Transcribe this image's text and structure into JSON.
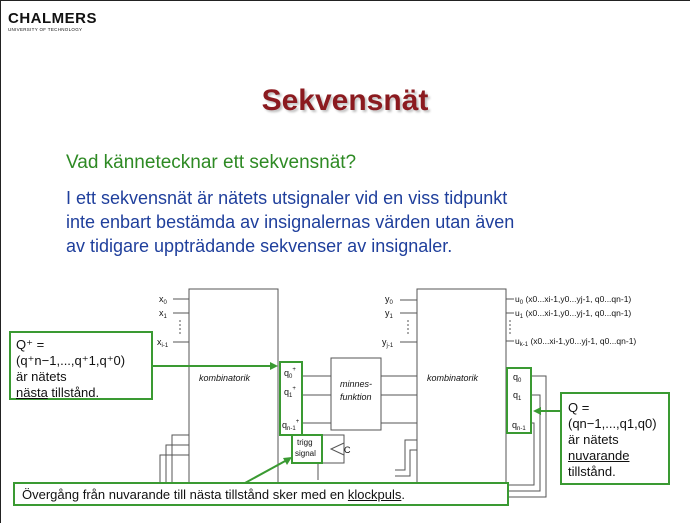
{
  "logo": {
    "name": "CHALMERS",
    "subtitle": "UNIVERSITY OF TECHNOLOGY"
  },
  "title": "Sekvensnät",
  "question": "Vad kännetecknar ett sekvensnät?",
  "body": [
    "I ett sekvensnät är nätets utsignaler vid en viss tidpunkt",
    "inte enbart bestämda av insignalernas värden utan även",
    "av tidigare uppträdande sekvenser av insignaler."
  ],
  "diagram": {
    "left_inputs": [
      "x",
      "x",
      "x"
    ],
    "left_input_subs": [
      "0",
      "1",
      "i-1"
    ],
    "left_block": "kombinatorik",
    "next_state_outputs": [
      "q",
      "q",
      "q"
    ],
    "next_state_subs": [
      "0",
      "1",
      "n-1"
    ],
    "memory_block": "minnes-\nfunktion",
    "trigger_label_1": "trigg",
    "trigger_label_2": "signal",
    "clock_label": "C",
    "right_inputs": [
      "y",
      "y",
      "y"
    ],
    "right_input_subs": [
      "0",
      "1",
      "j-1"
    ],
    "right_block": "kombinatorik",
    "state_inputs": [
      "q",
      "q",
      "q"
    ],
    "state_subs": [
      "0",
      "1",
      "n-1"
    ],
    "outputs": [
      {
        "name": "u",
        "sub": "0",
        "args": " (x0...xi-1,y0...yj-1, q0...qn-1)"
      },
      {
        "name": "u",
        "sub": "1",
        "args": " (x0...xi-1,y0...yj-1, q0...qn-1)"
      },
      {
        "name": "u",
        "sub": "k-1",
        "args": " (x0...xi-1,y0...yj-1, q0...qn-1)"
      }
    ]
  },
  "annotations": {
    "next_state_formula": "Q⁺ = (q⁺n−1,...,q⁺1,q⁺0)",
    "next_state_line2": "är nätets",
    "next_state_word": "nästa",
    "next_state_rest": " tillstånd.",
    "current_state_formula": "Q = (qn−1,...,q1,q0)",
    "current_state_line2": "är nätets",
    "current_state_word": "nuvarande",
    "current_state_line4": "tillstånd.",
    "transition_prefix": "Övergång från nuvarande till nästa tillstånd sker med en ",
    "transition_word": "klockpuls",
    "transition_suffix": "."
  },
  "colors": {
    "title": "#8b1a1f",
    "question": "#2e8a24",
    "body": "#1f3f9c",
    "highlight": "#3a9a32"
  }
}
